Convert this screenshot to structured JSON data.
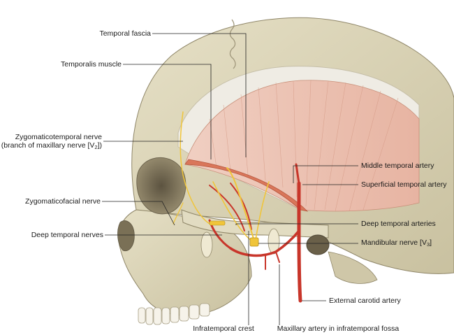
{
  "labels": {
    "temporal_fascia": "Temporal fascia",
    "temporalis_muscle": "Temporalis muscle",
    "zygomaticotemporal_nerve_line1": "Zygomaticotemporal nerve",
    "zygomaticotemporal_nerve_line2_pre": "(branch of maxillary nerve [V",
    "zygomaticotemporal_nerve_line2_sub": "2",
    "zygomaticotemporal_nerve_line2_post": "])",
    "zygomaticofacial_nerve": "Zygomaticofacial nerve",
    "deep_temporal_nerves": "Deep temporal nerves",
    "middle_temporal_artery": "Middle temporal artery",
    "superficial_temporal_artery": "Superficial temporal artery",
    "deep_temporal_arteries": "Deep temporal arteries",
    "mandibular_nerve_pre": "Mandibular nerve [V",
    "mandibular_nerve_sub": "3",
    "mandibular_nerve_post": "]",
    "external_carotid_artery": "External carotid artery",
    "infratemporal_crest": "Infratemporal crest",
    "maxillary_artery": "Maxillary artery in infratemporal fossa"
  },
  "colors": {
    "bone": "#d9d3b8",
    "bone_shadow": "#b7ae8e",
    "muscle": "#e9b9a8",
    "muscle_band": "#d9765a",
    "artery": "#c8352a",
    "nerve": "#f0c53a",
    "fascia": "#eeeae0"
  }
}
